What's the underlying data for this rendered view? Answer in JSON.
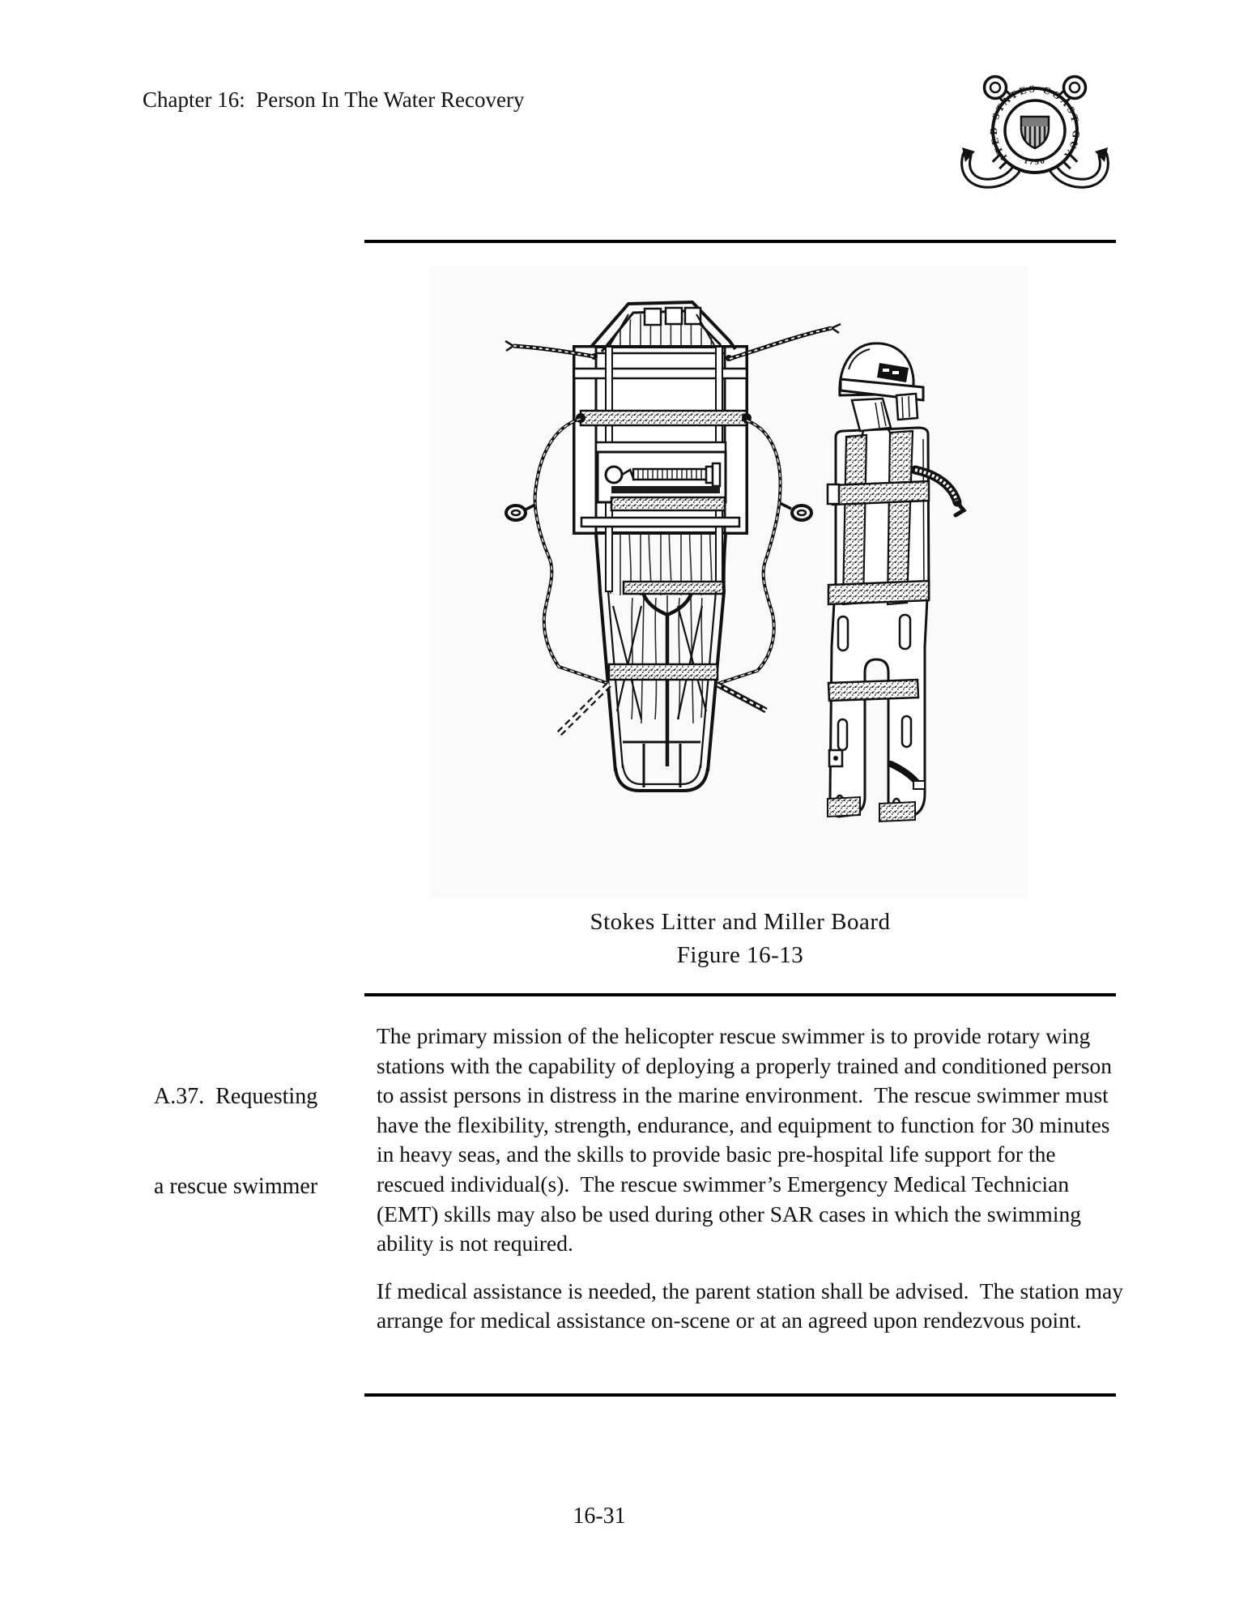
{
  "page": {
    "header": "Chapter 16:  Person In The Water Recovery",
    "page_number": "16-31"
  },
  "logo": {
    "ring_text": "UNITED STATES COAST GUARD",
    "year": "1790"
  },
  "figure": {
    "caption_title": "Stokes Litter and Miller Board",
    "caption_number": "Figure 16-13"
  },
  "section": {
    "label_line1": "A.37.  Requesting",
    "label_line2": "a rescue swimmer",
    "paragraphs": [
      "The primary mission of the helicopter rescue swimmer is to provide rotary wing stations with the capability of deploying a properly trained and conditioned person to assist persons in distress in the marine environment.  The rescue swimmer must have the flexibility, strength, endurance, and equipment to function for 30 minutes in heavy seas, and the skills to provide basic pre-hospital life support for the rescued individual(s).  The rescue swimmer’s Emergency Medical Technician (EMT) skills may also be used during other SAR cases in which the swimming ability is not required.",
      "If medical assistance is needed, the parent station shall be advised.  The station may arrange for medical assistance on-scene or at an agreed upon rendezvous point."
    ]
  }
}
